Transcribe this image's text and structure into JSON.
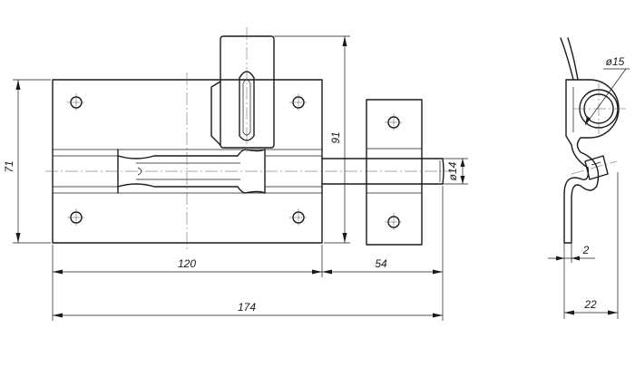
{
  "dimensions": {
    "width_total": "174",
    "width_plate": "120",
    "width_keeper": "54",
    "height_plate": "71",
    "height_overall": "91",
    "bolt_diameter": "ø14",
    "eye_diameter": "ø15",
    "thickness": "2",
    "depth": "22"
  }
}
